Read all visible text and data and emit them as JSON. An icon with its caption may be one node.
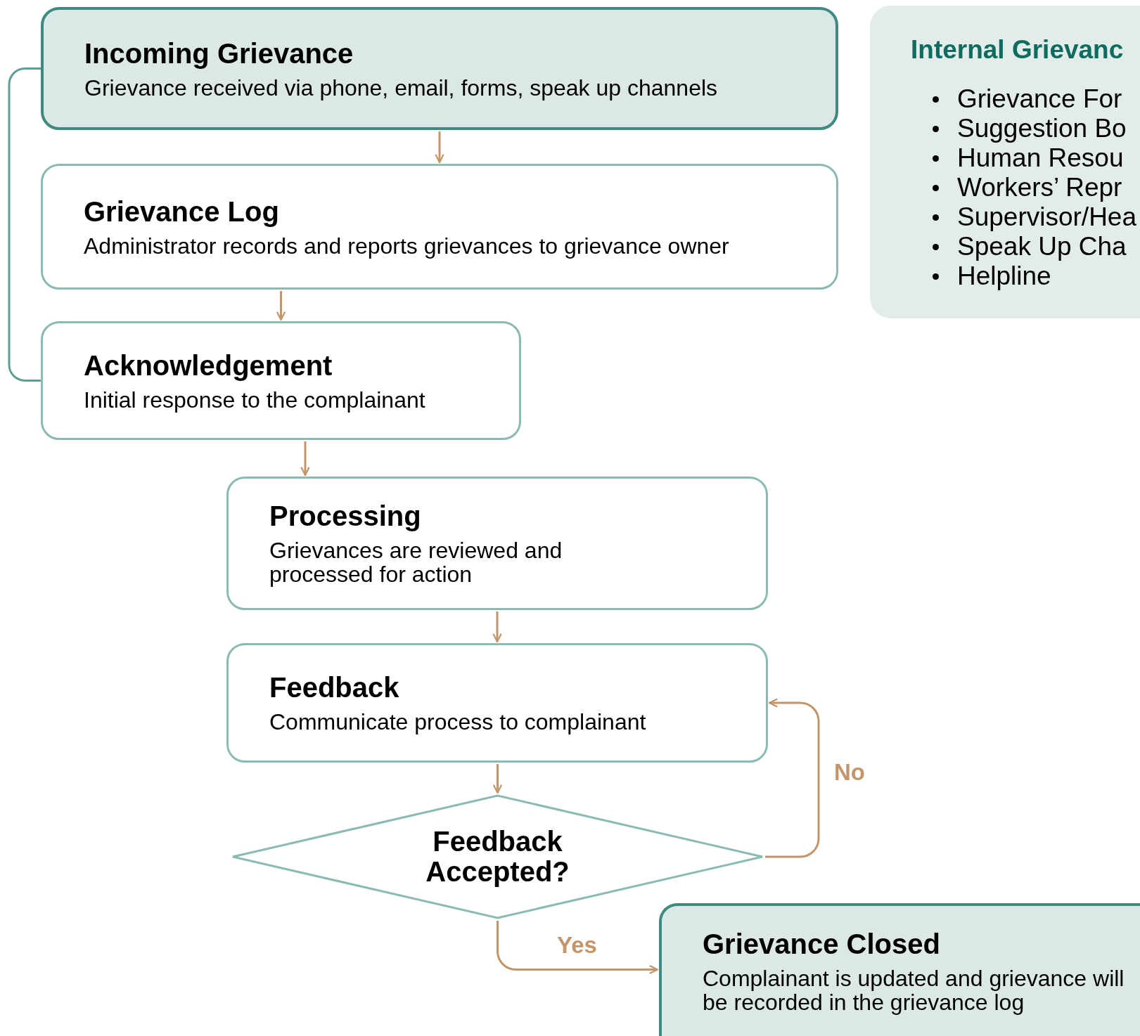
{
  "diagram": {
    "nodes": [
      {
        "text": [
          "Incoming Grievance",
          "Grievance received via phone, email, forms, speak up channels"
        ]
      },
      {
        "text": [
          "Grievance Log",
          "Administrator records and reports grievances to grievance owner"
        ]
      },
      {
        "text": [
          "Acknowledgement",
          "Initial response to the complainant"
        ]
      },
      {
        "text": [
          "Processing",
          "Grievances are reviewed and processed for action"
        ]
      },
      {
        "text": [
          "Feedback",
          "Communicate process to complainant"
        ]
      },
      {
        "text": [
          "Feedback Accepted?"
        ]
      },
      {
        "text": [
          "Grievance Closed",
          "Complainant is updated and grievance will be recorded in the grievance log"
        ]
      },
      {
        "text": [
          "Internal Grievanc",
          "Grievance For",
          "Suggestion Bo",
          "Human Resou",
          "Workers’ Repr",
          "Supervisor/Hea",
          "Speak Up Cha",
          "Helpline"
        ]
      }
    ],
    "edges": [
      {
        "from": 0,
        "to": 2,
        "arrow": "none",
        "color": "#5f9e96"
      },
      {
        "from": 0,
        "to": 1,
        "arrow": "to"
      },
      {
        "from": 1,
        "to": 2,
        "arrow": "to"
      },
      {
        "from": 2,
        "to": 3,
        "arrow": "to"
      },
      {
        "from": 3,
        "to": 4,
        "arrow": "to"
      },
      {
        "from": 4,
        "to": 5,
        "arrow": "to"
      },
      {
        "from": 5,
        "to": 4,
        "arrow": "to",
        "label": "No"
      },
      {
        "from": 5,
        "to": 6,
        "arrow": "to",
        "label": "Yes"
      }
    ]
  }
}
